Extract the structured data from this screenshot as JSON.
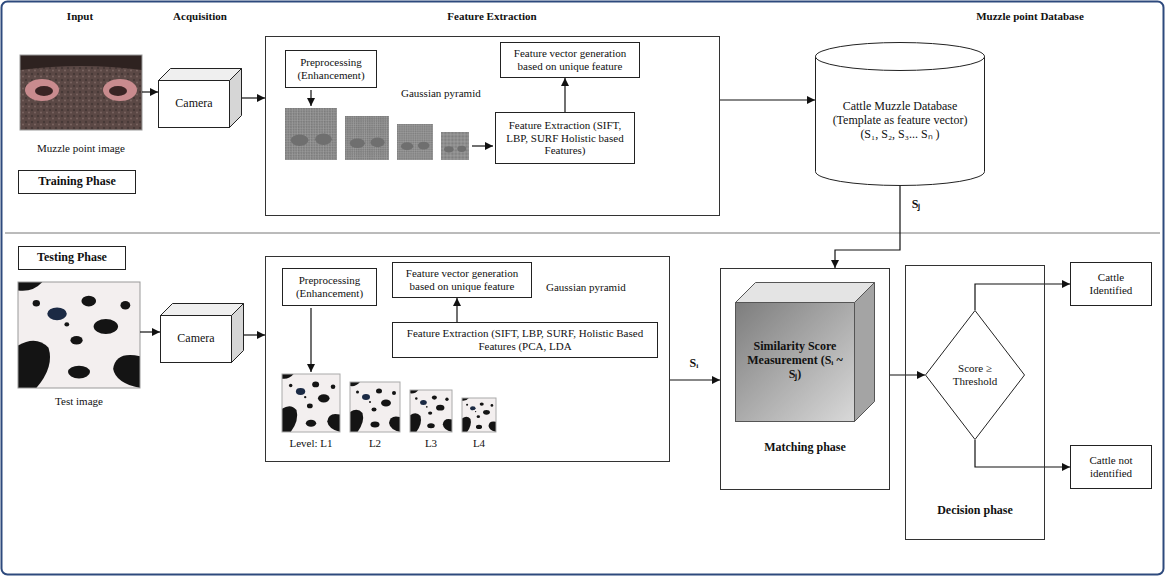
{
  "diagram": {
    "nodes": [
      {
        "text": [
          "Muzzle point image"
        ]
      },
      {
        "text": [
          "Training Phase"
        ]
      },
      {
        "text": [
          "Camera"
        ]
      },
      {
        "text": [
          "Gaussian pyramid"
        ]
      },
      {
        "text": [
          "Preprocessing (Enhancement)"
        ],
        "in": 3
      },
      {
        "text": [
          "Feature vector generation based on unique feature"
        ],
        "in": 3
      },
      {
        "text": [
          "Feature Extraction (SIFT, LBP, SURF Holistic based Features)"
        ],
        "in": 3
      },
      {
        "text": [
          "Cattle Muzzle Database (Template as feature vector)",
          "(S₁, S₂, S₃... Sₙ )"
        ]
      },
      {
        "text": [
          "Testing Phase"
        ]
      },
      {
        "text": [
          "Test image"
        ]
      },
      {
        "text": [
          "Camera"
        ]
      },
      {
        "text": [
          "Gaussian pyramid"
        ]
      },
      {
        "text": [
          "Preprocessing (Enhancement)"
        ],
        "in": 11
      },
      {
        "text": [
          "Feature vector generation based on unique feature"
        ],
        "in": 11
      },
      {
        "text": [
          "Feature Extraction (SIFT, LBP, SURF, Holistic Based Features (PCA, LDA"
        ],
        "in": 11
      },
      {
        "text": [
          "Matching phase"
        ]
      },
      {
        "text": [
          "Similarity Score Measurement (Sᵢ ~ Sⱼ)"
        ],
        "in": 15
      },
      {
        "text": [
          "Decision phase"
        ]
      },
      {
        "text": [
          "Score ≥ Threshold"
        ],
        "in": 17
      },
      {
        "text": [
          "Cattle Identified"
        ]
      },
      {
        "text": [
          "Cattle not identified"
        ]
      }
    ],
    "edges": [
      {
        "from": 0,
        "to": 2,
        "arrow": "to"
      },
      {
        "from": 2,
        "to": 3,
        "arrow": "to"
      },
      {
        "from": 3,
        "to": 7,
        "arrow": "to"
      },
      {
        "from": 6,
        "to": 5,
        "arrow": "to"
      },
      {
        "from": 7,
        "to": 15,
        "label": "Sⱼ",
        "arrow": "to"
      },
      {
        "from": 9,
        "to": 10,
        "arrow": "to"
      },
      {
        "from": 10,
        "to": 11,
        "arrow": "to"
      },
      {
        "from": 14,
        "to": 13,
        "arrow": "to"
      },
      {
        "from": 11,
        "to": 15,
        "label": "Sᵢ",
        "arrow": "to"
      },
      {
        "from": 15,
        "to": 18,
        "arrow": "to"
      },
      {
        "from": 18,
        "to": 19,
        "arrow": "to"
      },
      {
        "from": 18,
        "to": 20,
        "arrow": "to"
      }
    ],
    "labels": [
      "Input",
      "Acquisition",
      "Feature Extraction",
      "Muzzle point Database",
      "Level: L1",
      "L2",
      "L3",
      "L4"
    ]
  }
}
